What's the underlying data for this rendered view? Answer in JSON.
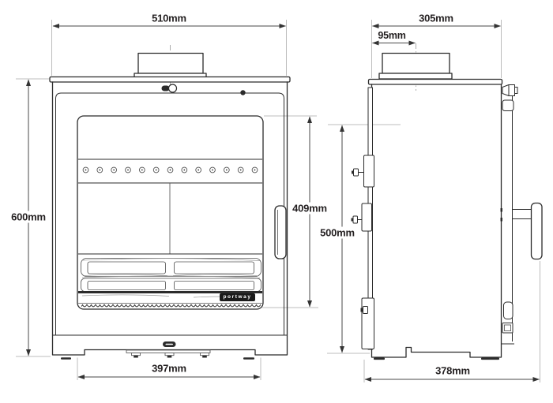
{
  "diagram": {
    "subject": "stove dimension drawing, front and side elevations",
    "brand": "portway",
    "air_hole_count": 13
  },
  "dimensions": {
    "front_width": "510mm",
    "depth": "305mm",
    "flue_center_offset": "95mm",
    "overall_height": "600mm",
    "door_height": "409mm",
    "body_height": "500mm",
    "base_width": "397mm",
    "base_depth": "378mm"
  },
  "colors": {
    "background": "#ffffff",
    "line": "#2b2b2b",
    "dimension_line": "#4a4a4a",
    "extension_line": "#bcbcbc",
    "label_text": "#231f20",
    "badge_background": "#1a1a1a",
    "badge_text": "#ffffff"
  }
}
